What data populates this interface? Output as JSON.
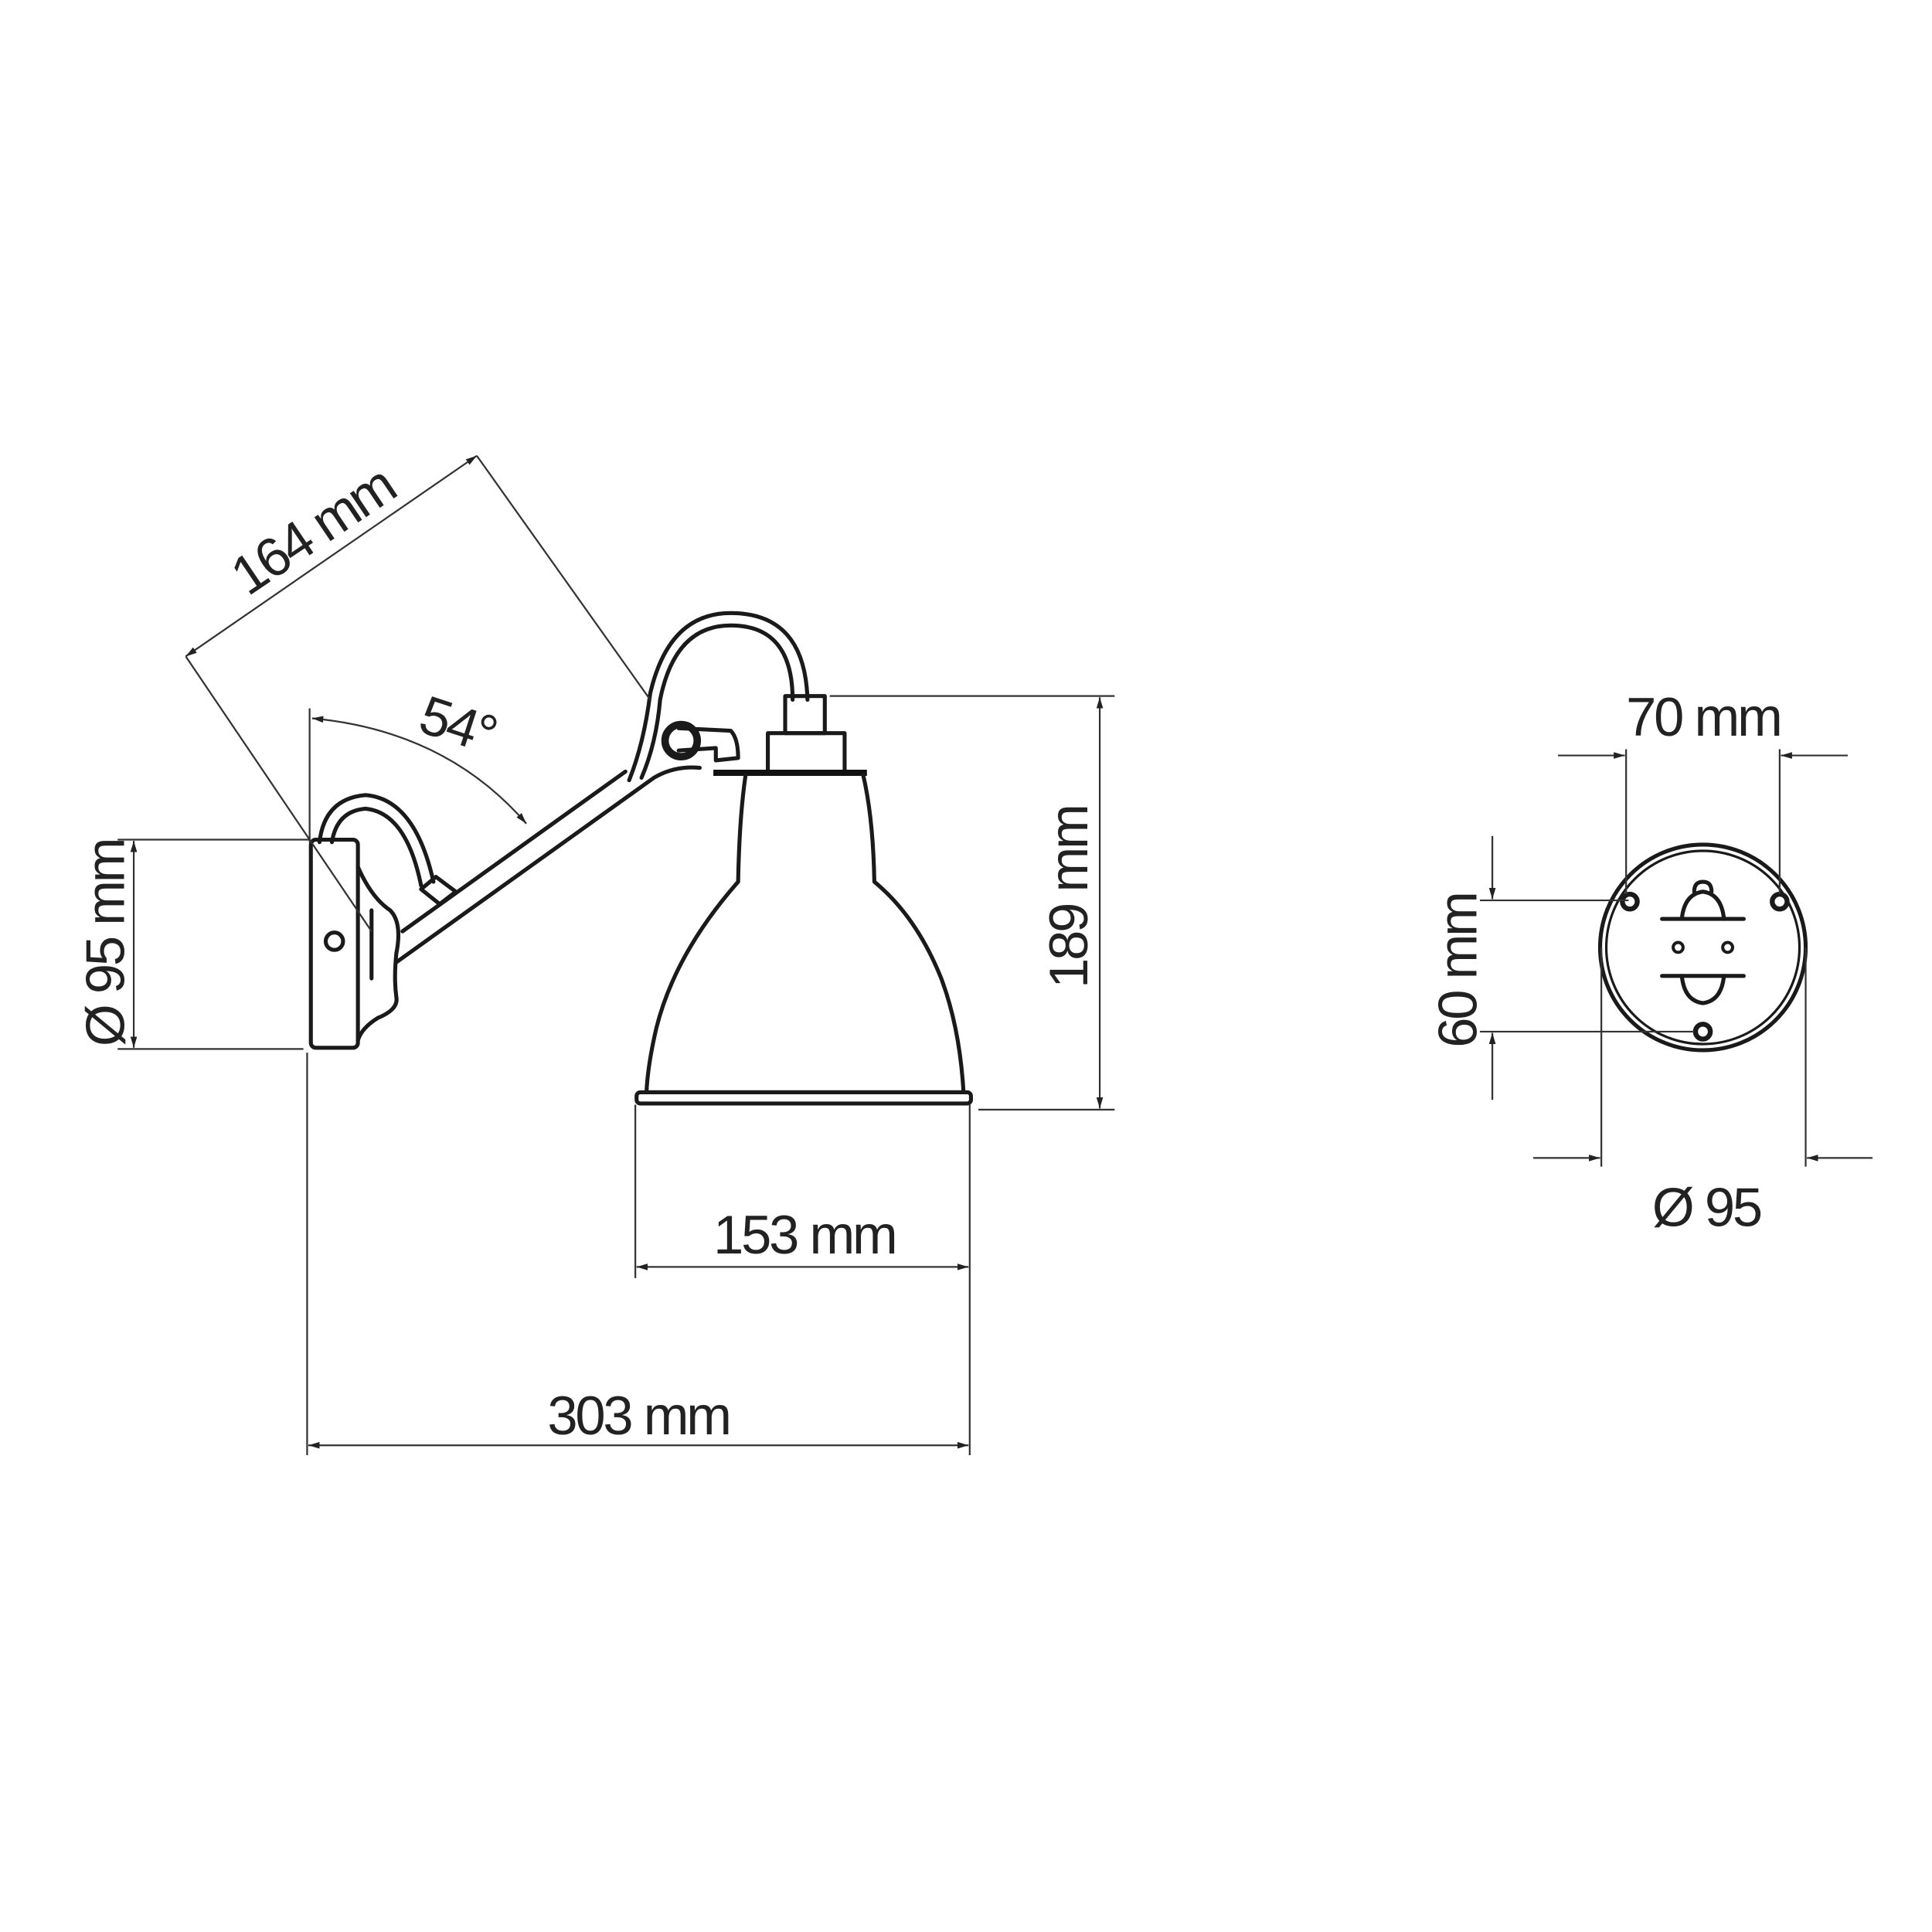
{
  "drawing": {
    "side_view": {
      "arm_length_label": "164 mm",
      "arm_angle_label": "54°",
      "base_diameter_label": "Ø 95 mm",
      "height_label": "189 mm",
      "shade_diameter_label": "153 mm",
      "projection_label": "303 mm"
    },
    "base_view": {
      "screw_spacing_h_label": "70 mm",
      "screw_spacing_v_label": "60 mm",
      "diameter_label": "Ø 95"
    },
    "line_color": "#1a1a1a",
    "background": "#ffffff"
  }
}
